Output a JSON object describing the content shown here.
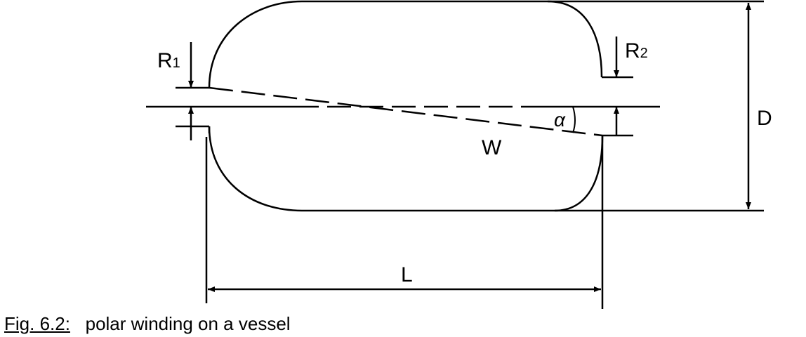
{
  "diagram": {
    "labels": {
      "r1_main": "R",
      "r1_sub": "1",
      "r2_main": "R",
      "r2_sub": "2",
      "alpha": "α",
      "w": "W",
      "d": "D",
      "l": "L"
    },
    "line_color": "#000000"
  },
  "caption": {
    "figure_number": "Fig. 6.2:",
    "text": "polar winding on a vessel"
  }
}
